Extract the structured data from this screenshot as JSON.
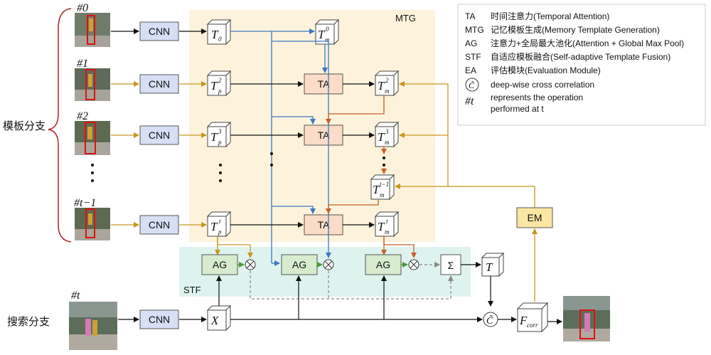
{
  "templates_branch_label": "模板分支",
  "search_branch_label": "搜索分支",
  "mtg_label": "MTG",
  "stf_label": "STF",
  "frame_tags": [
    "#0",
    "#1",
    "#2",
    "#t−1",
    "#t"
  ],
  "blocks": {
    "cnn": "CNN",
    "ta": "TA",
    "ag": "AG",
    "em": "EM",
    "sum": "Σ"
  },
  "legend": [
    {
      "key": "TA",
      "desc": "时间注意力(Temporal Attention)"
    },
    {
      "key": "MTG",
      "desc": "记忆模板生成(Memory Template Generation)"
    },
    {
      "key": "AG",
      "desc": "注意力+全局最大池化(Attention + Global Max Pool)"
    },
    {
      "key": "STF",
      "desc": "自适应模板融合(Self-adaptive Template Fusion)"
    },
    {
      "key": "EA",
      "desc": "评估模块(Evaluation Module)"
    },
    {
      "key": "C̃",
      "desc": "deep-wise cross correlation"
    },
    {
      "key": "#t",
      "desc_line1": "represents the operation",
      "desc_line2": "performed at t"
    }
  ],
  "colors": {
    "blue_arrow": "#3a78c2",
    "gold_arrow": "#c8961e",
    "orange_arrow": "#c8602a",
    "green_arrow": "#4a9a32",
    "mtg_bg": "#fdf3dc",
    "stf_bg": "#dff3ee",
    "cnn_fill": "#d6dff4",
    "ta_fill": "#fadcc8",
    "ag_fill": "#d7ebcf",
    "em_fill": "#fbe6a3"
  }
}
